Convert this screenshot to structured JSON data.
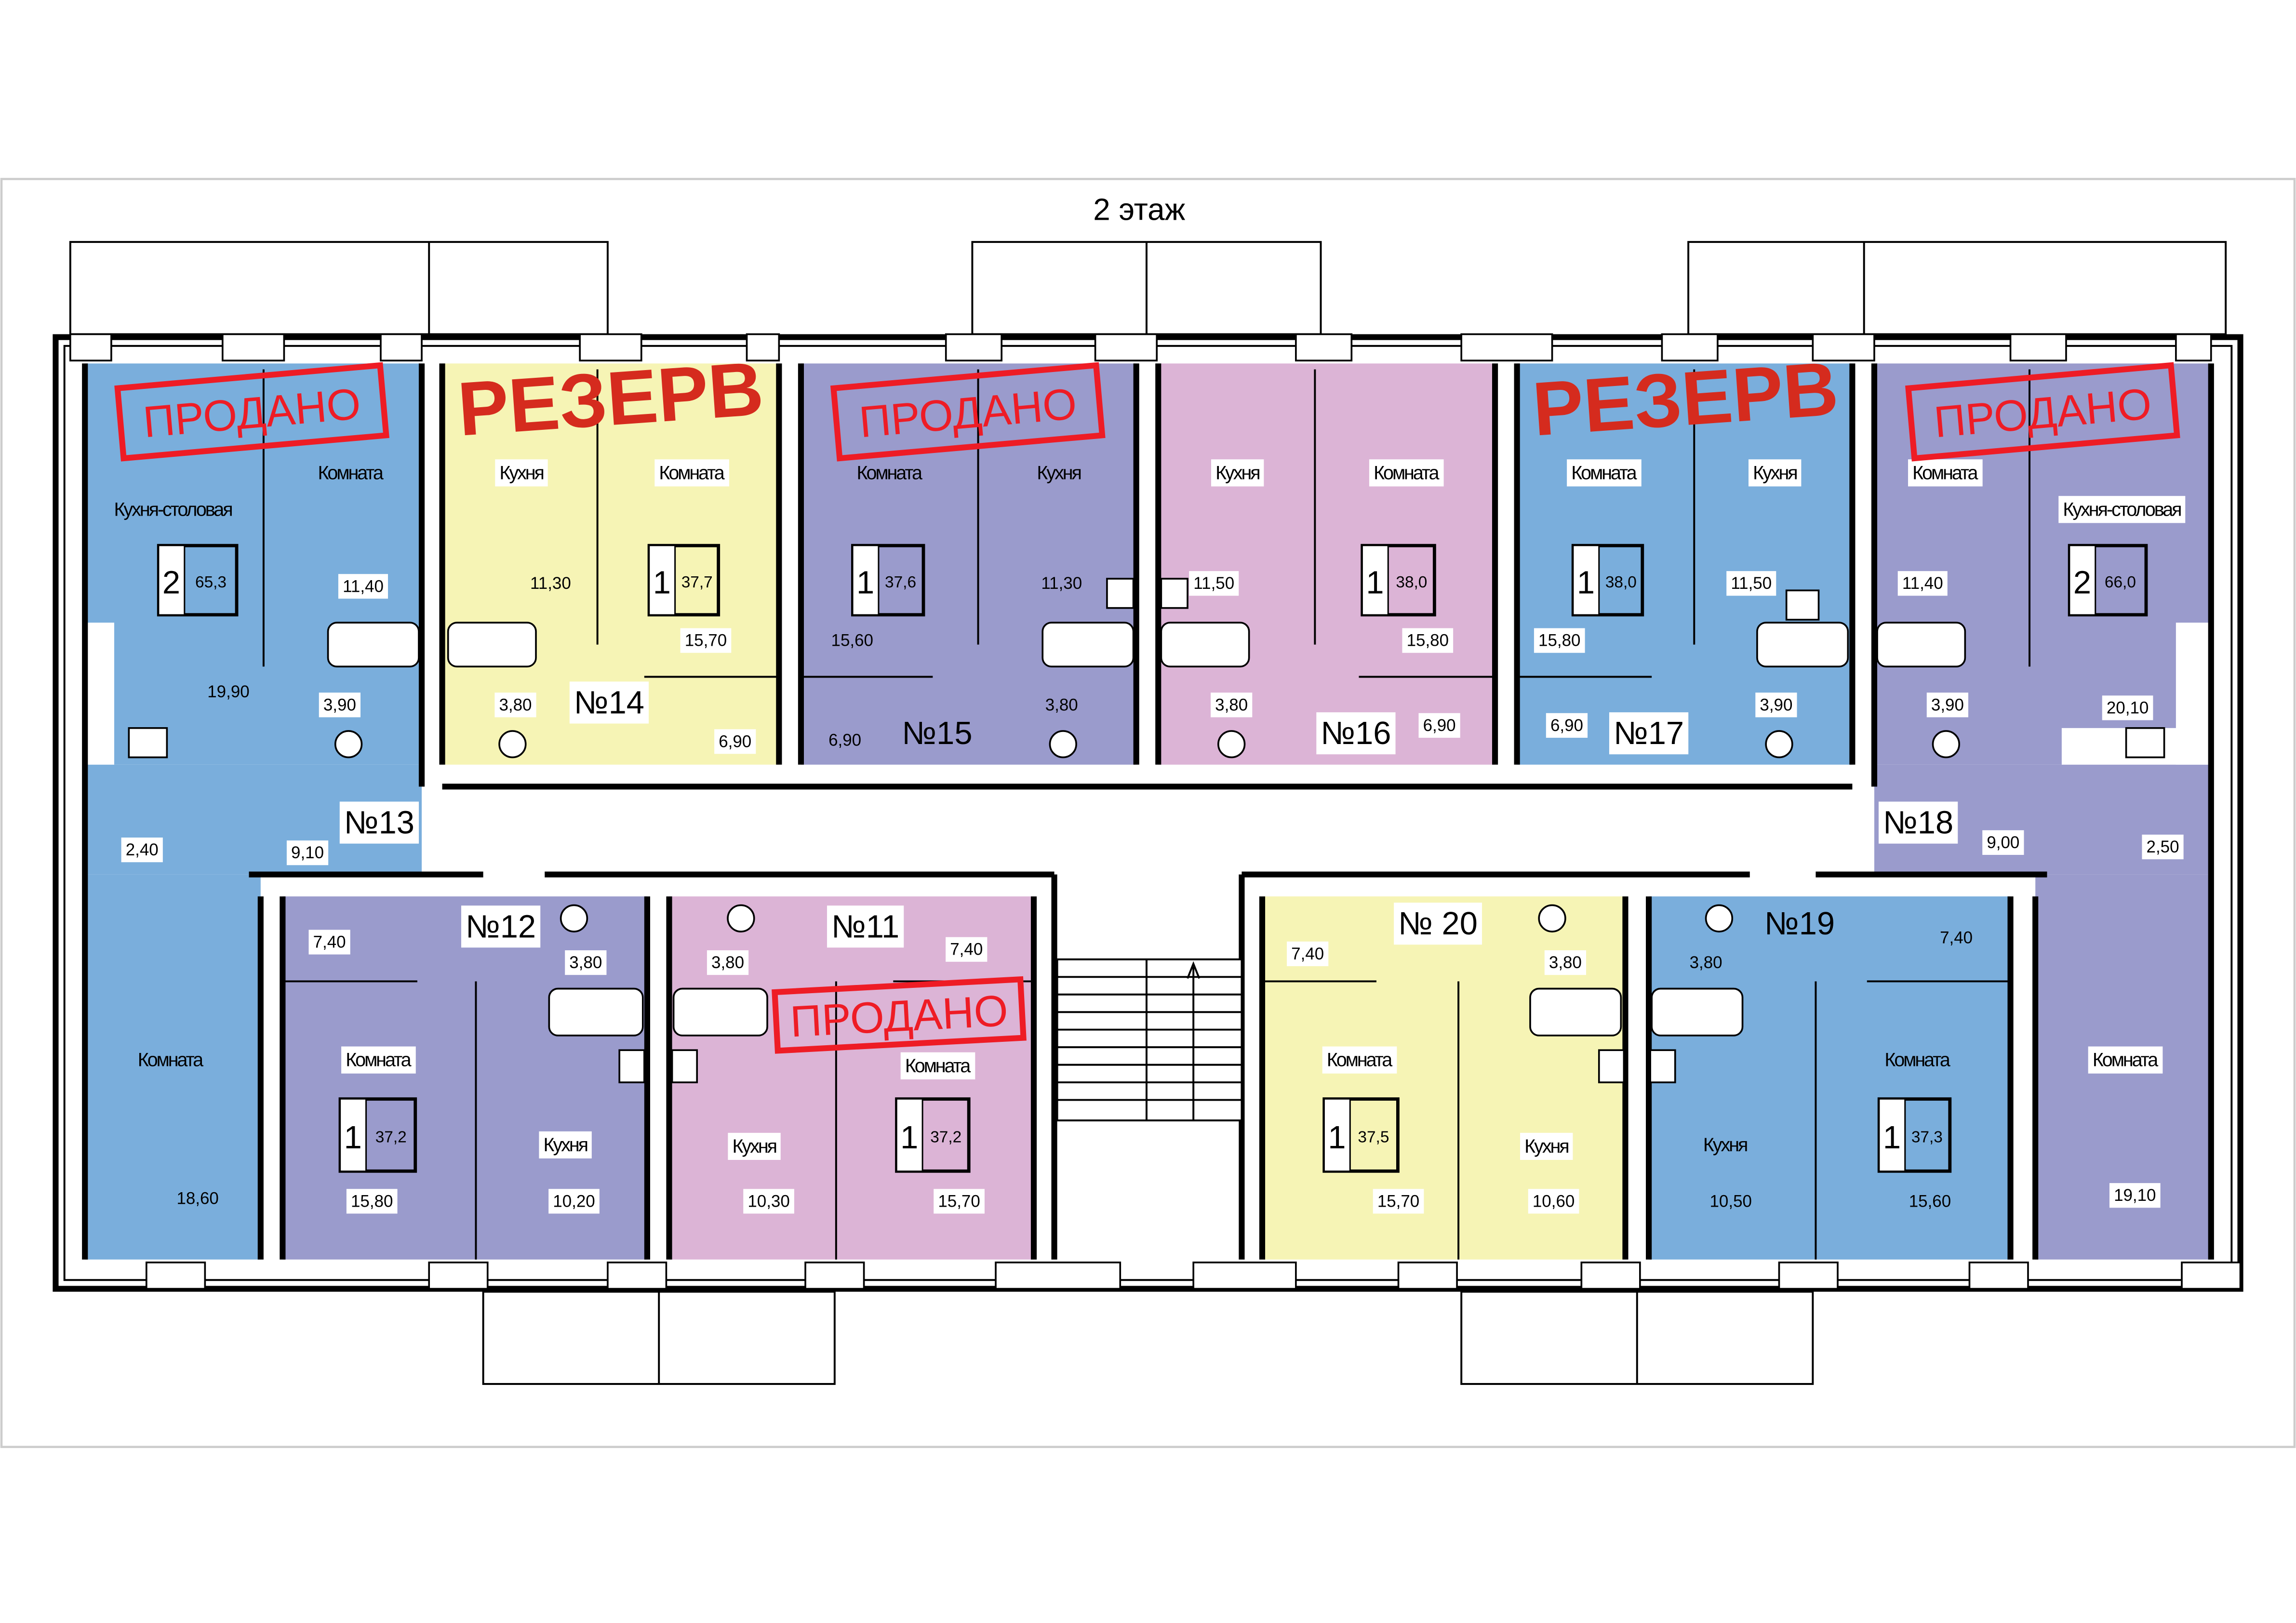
{
  "floor_title": "2 этаж",
  "colors": {
    "blue": "#7aaedc",
    "yellow": "#f6f4b5",
    "purple": "#9a9bcc",
    "pink": "#dcb4d6",
    "sold": "#ee1c25",
    "reserve": "#d52b1e"
  },
  "apartments": [
    {
      "number": "№13",
      "rooms": "2",
      "area": "65,3",
      "status": "ПРОДАНО",
      "color": "#7aaedc",
      "labels": [
        "Кухня-столовая",
        "Комната",
        "Комната"
      ],
      "areas": [
        "19,90",
        "11,40",
        "3,90",
        "2,40",
        "9,10",
        "18,60"
      ]
    },
    {
      "number": "№14",
      "rooms": "1",
      "area": "37,7",
      "status": "РЕЗЕРВ",
      "color": "#f6f4b5",
      "labels": [
        "Кухня",
        "Комната"
      ],
      "areas": [
        "11,30",
        "15,70",
        "3,80",
        "6,90"
      ]
    },
    {
      "number": "№15",
      "rooms": "1",
      "area": "37,6",
      "status": "ПРОДАНО",
      "color": "#9a9bcc",
      "labels": [
        "Комната",
        "Кухня"
      ],
      "areas": [
        "15,60",
        "11,30",
        "3,80",
        "6,90"
      ]
    },
    {
      "number": "№16",
      "rooms": "1",
      "area": "38,0",
      "status": "",
      "color": "#dcb4d6",
      "labels": [
        "Кухня",
        "Комната"
      ],
      "areas": [
        "11,50",
        "15,80",
        "3,80",
        "6,90"
      ]
    },
    {
      "number": "№17",
      "rooms": "1",
      "area": "38,0",
      "status": "РЕЗЕРВ",
      "color": "#7aaedc",
      "labels": [
        "Комната",
        "Кухня"
      ],
      "areas": [
        "15,80",
        "11,50",
        "3,90",
        "6,90"
      ]
    },
    {
      "number": "№18",
      "rooms": "2",
      "area": "66,0",
      "status": "ПРОДАНО",
      "color": "#9a9bcc",
      "labels": [
        "Комната",
        "Кухня-столовая",
        "Комната"
      ],
      "areas": [
        "11,40",
        "20,10",
        "3,90",
        "9,00",
        "2,50",
        "19,10"
      ]
    },
    {
      "number": "№12",
      "rooms": "1",
      "area": "37,2",
      "status": "",
      "color": "#9a9bcc",
      "labels": [
        "Комната",
        "Кухня"
      ],
      "areas": [
        "15,80",
        "10,20",
        "3,80",
        "7,40"
      ]
    },
    {
      "number": "№11",
      "rooms": "1",
      "area": "37,2",
      "status": "ПРОДАНО",
      "color": "#dcb4d6",
      "labels": [
        "Кухня",
        "Комната"
      ],
      "areas": [
        "10,30",
        "15,70",
        "3,80",
        "7,40"
      ]
    },
    {
      "number": "№ 20",
      "rooms": "1",
      "area": "37,5",
      "status": "",
      "color": "#f6f4b5",
      "labels": [
        "Комната",
        "Кухня"
      ],
      "areas": [
        "15,70",
        "10,60",
        "3,80",
        "7,40"
      ]
    },
    {
      "number": "№19",
      "rooms": "1",
      "area": "37,3",
      "status": "",
      "color": "#7aaedc",
      "labels": [
        "Кухня",
        "Комната"
      ],
      "areas": [
        "10,50",
        "15,60",
        "3,80",
        "7,40"
      ]
    }
  ]
}
